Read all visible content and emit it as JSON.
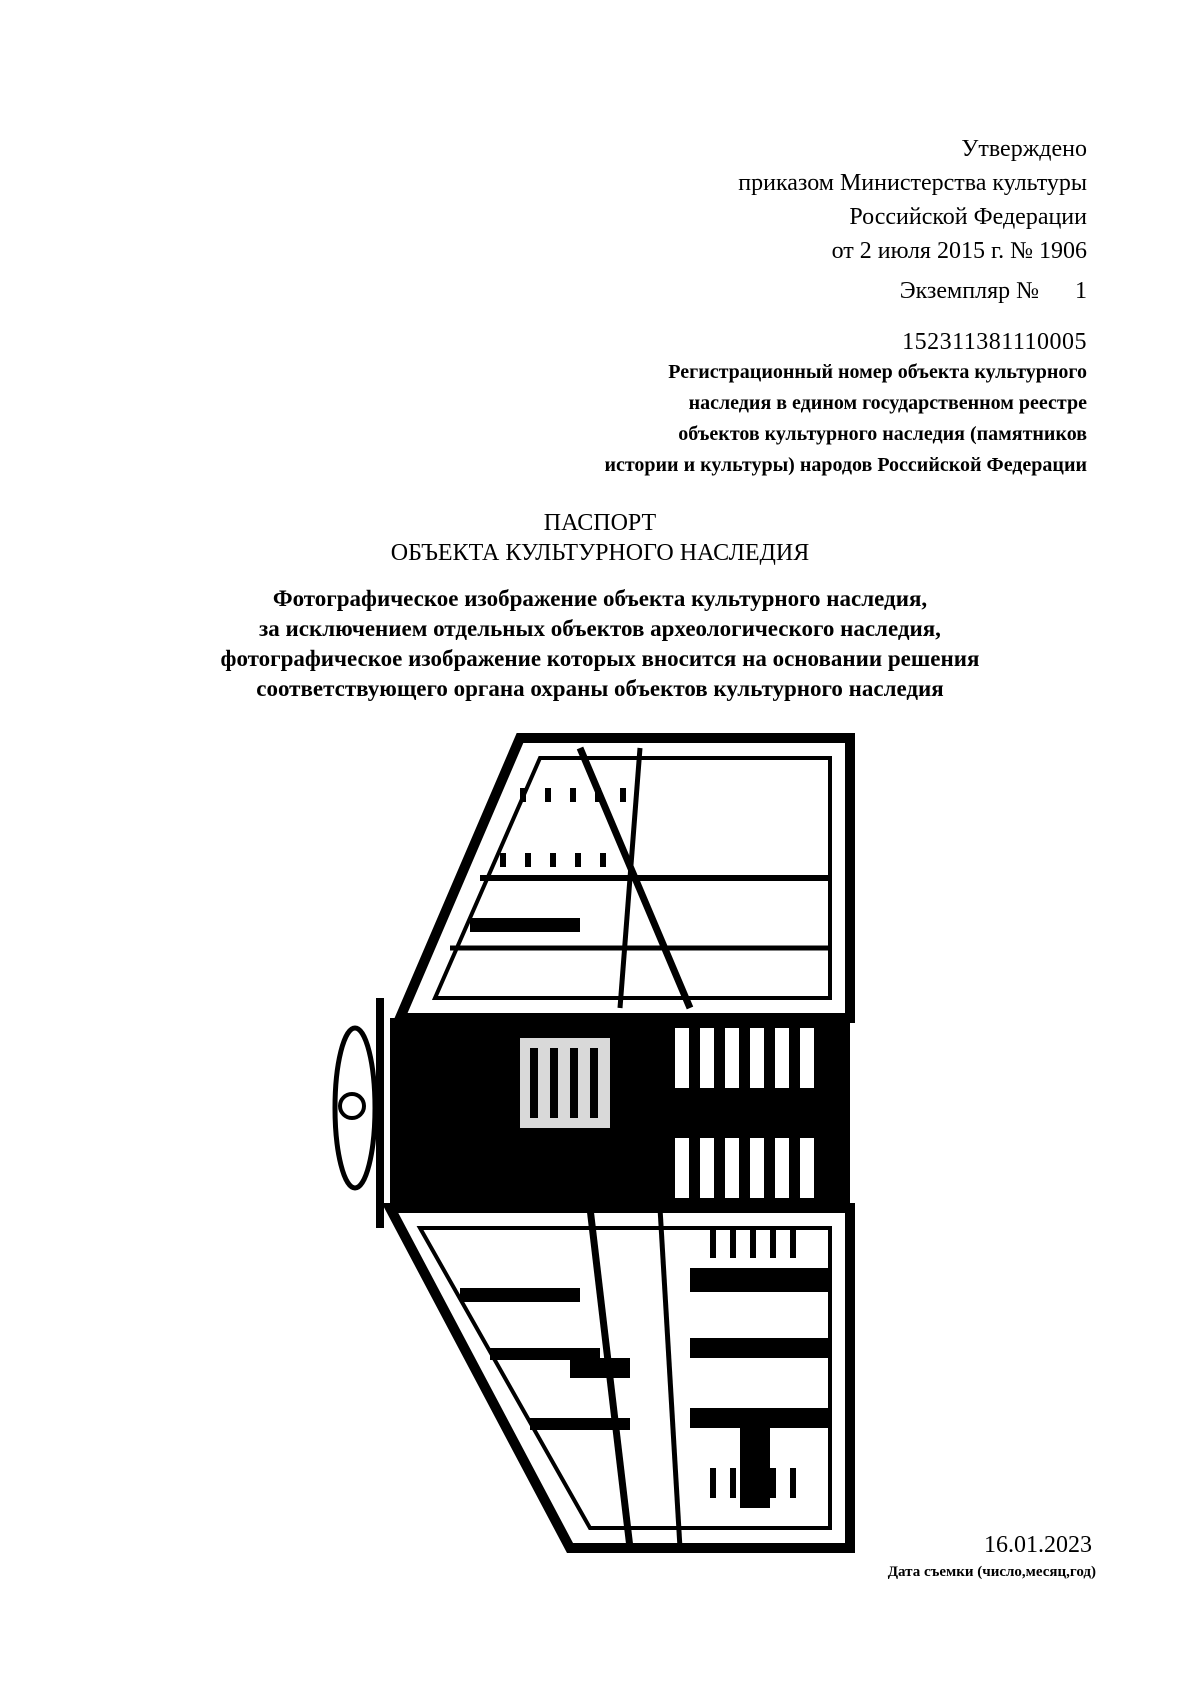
{
  "approval": {
    "lines": [
      "Утверждено",
      "приказом Министерства культуры",
      "Российской Федерации",
      "от 2 июля 2015 г. № 1906"
    ]
  },
  "copy": {
    "label": "Экземпляр №",
    "number": "1"
  },
  "registration": {
    "number": "152311381110005",
    "description_lines": [
      "Регистрационный номер объекта культурного",
      "наследия в едином государственном реестре",
      "объектов культурного наследия (памятников",
      "истории и культуры) народов Российской Федерации"
    ]
  },
  "title": {
    "line1": "ПАСПОРТ",
    "line2": "ОБЪЕКТА КУЛЬТУРНОГО НАСЛЕДИЯ"
  },
  "description": {
    "lines": [
      "Фотографическое изображение объекта культурного наследия,",
      "за исключением отдельных объектов археологического наследия,",
      "фотографическое изображение которых вносится на основании решения",
      "соответствующего органа охраны объектов культурного наследия"
    ]
  },
  "photo": {
    "subject": "building-photo"
  },
  "shooting_date": {
    "value": "16.01.2023",
    "caption": "Дата съемки (число,месяц,год)"
  }
}
